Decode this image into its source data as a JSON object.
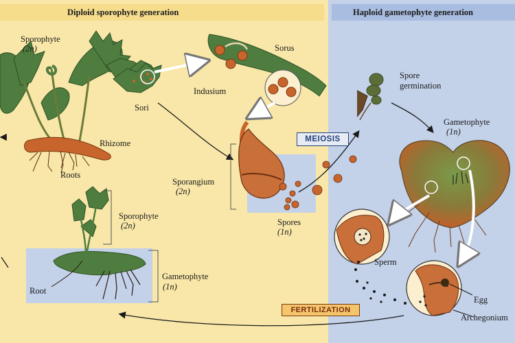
{
  "headers": {
    "diploid": "Diploid sporophyte generation",
    "haploid": "Haploid gametophyte generation"
  },
  "labels": {
    "sporophyte_top": "Sporophyte",
    "sporophyte_top_ploidy": "(2n)",
    "sori": "Sori",
    "rhizome": "Rhizome",
    "roots": "Roots",
    "sorus": "Sorus",
    "indusium": "Indusium",
    "sporangium": "Sporangium",
    "sporangium_ploidy": "(2n)",
    "spores": "Spores",
    "spores_ploidy": "(1n)",
    "meiosis": "MEIOSIS",
    "spore_germination_1": "Spore",
    "spore_germination_2": "germination",
    "gametophyte": "Gametophyte",
    "gametophyte_ploidy": "(1n)",
    "sperm": "Sperm",
    "egg": "Egg",
    "archegonium": "Archegonium",
    "fertilization": "FERTILIZATION",
    "young_sporophyte": "Sporophyte",
    "young_sporophyte_ploidy": "(2n)",
    "young_gametophyte": "Gametophyte",
    "young_gametophyte_ploidy": "(1n)",
    "root": "Root"
  },
  "colors": {
    "diploid_bg": "#f8e7a8",
    "haploid_bg": "#c3d1e9",
    "leaf": "#4f7d3f",
    "leaf_dark": "#2d4f25",
    "rhizome": "#c8652c",
    "sporangium": "#c9703a",
    "arrow": "#1a1a1a"
  }
}
